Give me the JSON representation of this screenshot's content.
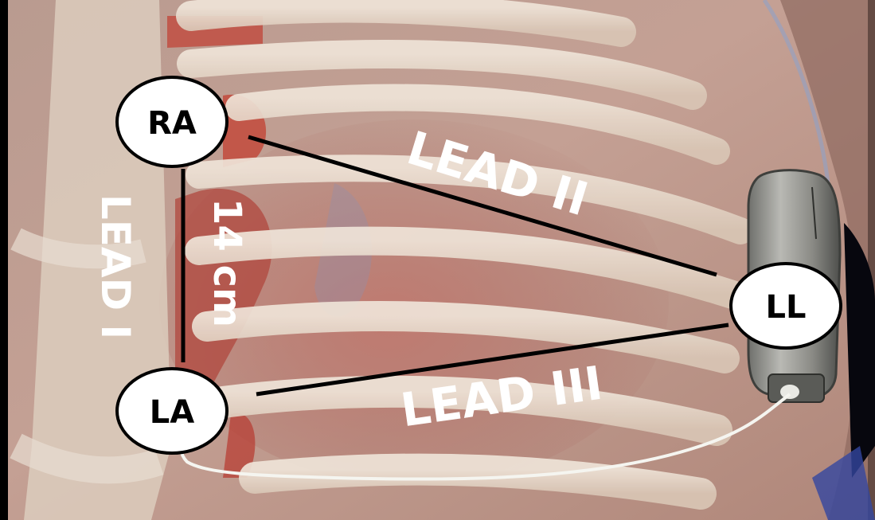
{
  "electrodes": {
    "ra": "RA",
    "la": "LA",
    "ll": "LL"
  },
  "leads": {
    "lead1": "LEAD I",
    "lead2": "LEAD II",
    "lead3": "LEAD III"
  },
  "distance_label": "14 cm",
  "colors": {
    "lead_line": "#000000",
    "node_fill": "#ffffff",
    "label_text": "#ffffff",
    "device_body": "#8d8d88"
  }
}
